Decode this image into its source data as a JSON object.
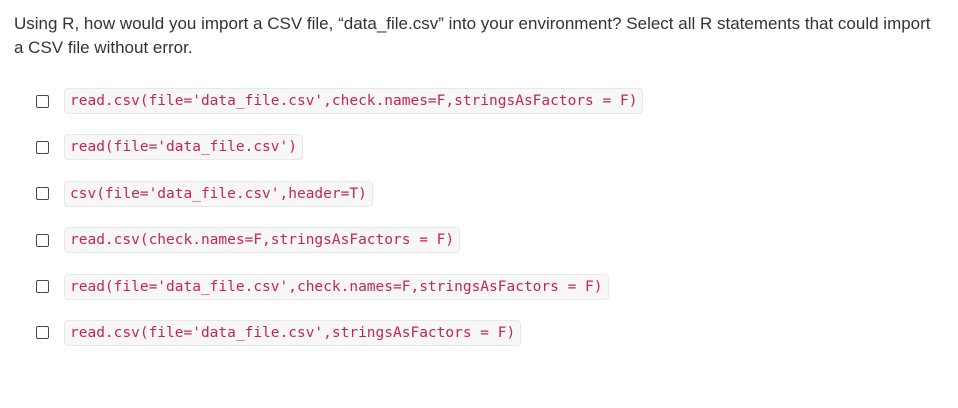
{
  "question": {
    "text": "Using R, how would you import a CSV file, “data_file.csv” into your environment? Select all R statements that could import a CSV file without error."
  },
  "options": [
    {
      "code": "read.csv(file='data_file.csv',check.names=F,stringsAsFactors = F)",
      "checked": false
    },
    {
      "code": "read(file='data_file.csv')",
      "checked": false
    },
    {
      "code": "csv(file='data_file.csv',header=T)",
      "checked": false
    },
    {
      "code": "read.csv(check.names=F,stringsAsFactors = F)",
      "checked": false
    },
    {
      "code": "read(file='data_file.csv',check.names=F,stringsAsFactors = F)",
      "checked": false
    },
    {
      "code": "read.csv(file='data_file.csv',stringsAsFactors = F)",
      "checked": false
    }
  ],
  "colors": {
    "code_text": "#c7254e",
    "code_background": "#f7f7f7",
    "question_text": "#333333"
  }
}
